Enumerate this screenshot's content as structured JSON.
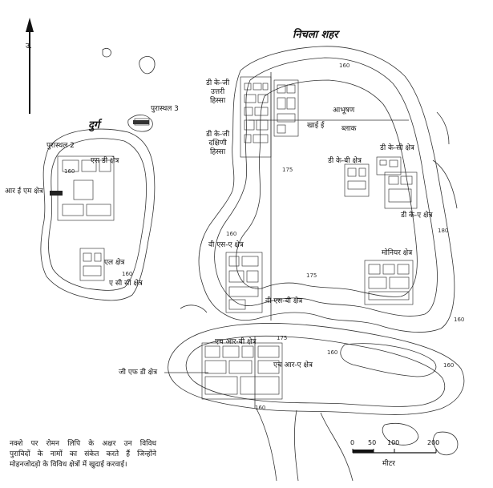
{
  "titles": {
    "lower_town": "निचला शहर",
    "citadel": "दुर्ग"
  },
  "north": "उ.",
  "labels": {
    "dk_g_north": [
      "डी के-जी",
      "उत्तरी",
      "हिस्सा"
    ],
    "dk_g_south": [
      "डी के-जी",
      "दक्षिणी",
      "हिस्सा"
    ],
    "moneer_line1": "आभूषण",
    "khai": "खाई ई",
    "block": "ब्लाक",
    "dk_c": "डी के-सी क्षेत्र",
    "dk_b": "डी के-बी क्षेत्र",
    "dk_a": "डी के-ए क्षेत्र",
    "vs": "वी एस-ए क्षेत्र",
    "moneer": "मोनियर क्षेत्र",
    "vs_b": "वी एस-बी क्षेत्र",
    "hr_b": "एच आर-बी क्षेत्र",
    "hr_a": "एच आर-ए क्षेत्र",
    "gfd": "जी एफ डी क्षेत्र",
    "stupa3": "पुरास्थल 3",
    "stupa2": "पुरास्थल 2",
    "sd": "एस डी क्षेत्र",
    "rem": "आर ई एम क्षेत्र",
    "l": "एल क्षेत्र",
    "asc": "ए सी सी क्षेत्र"
  },
  "contours": [
    "160",
    "160",
    "160",
    "175",
    "175",
    "175",
    "180",
    "160",
    "160",
    "160",
    "160",
    "160"
  ],
  "note": [
    "नक्शे पर रोमन लिपि के अक्षर उन विविध",
    "पुराविदों के नामों का संकेत करते हैं जिन्होंने",
    "मोहनजोदड़ो के विविध क्षेत्रों में खुदाई करवाई।"
  ],
  "scale": {
    "ticks": [
      "0",
      "50",
      "100",
      "200"
    ],
    "unit": "मीटर",
    "tick_values": [
      0,
      50,
      100,
      200
    ],
    "max": 200
  }
}
